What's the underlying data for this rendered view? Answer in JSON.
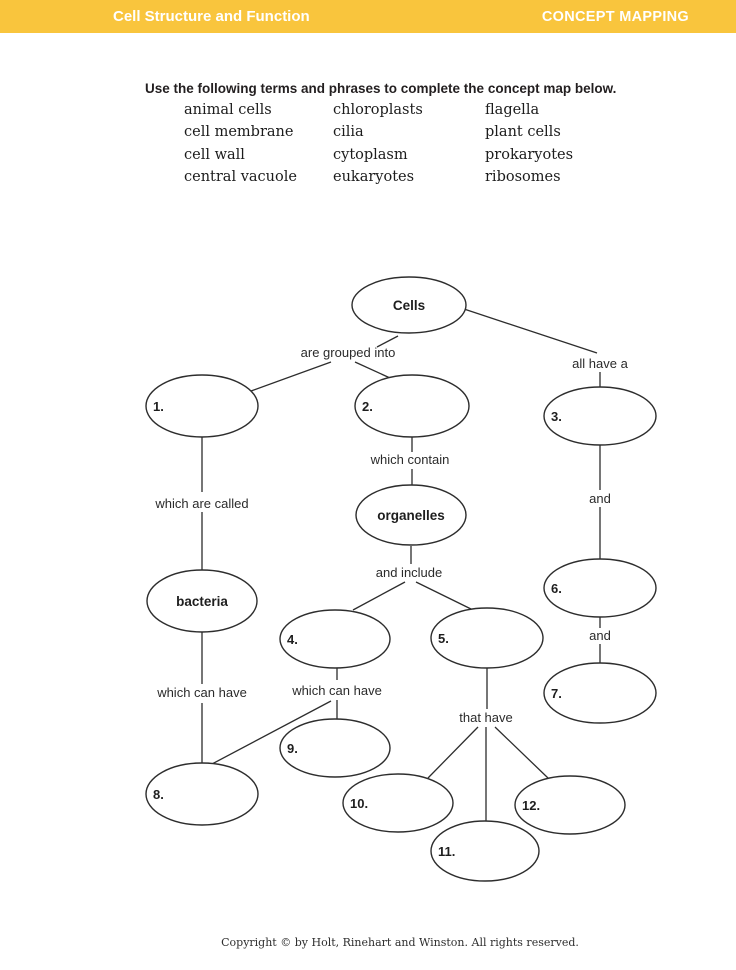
{
  "header": {
    "left_title": "Cell Structure and Function",
    "right_title": "CONCEPT MAPPING",
    "bar_color": "#F9C53D"
  },
  "instruction": "Use the following terms and phrases to complete the concept map below.",
  "word_bank": {
    "columns": [
      {
        "terms": [
          "animal cells",
          "cell membrane",
          "cell wall",
          "central vacuole"
        ]
      },
      {
        "terms": [
          "chloroplasts",
          "cilia",
          "cytoplasm",
          "eukaryotes"
        ]
      },
      {
        "terms": [
          "flagella",
          "plant cells",
          "prokaryotes",
          "ribosomes"
        ]
      }
    ]
  },
  "concept_map": {
    "nodes": {
      "cells": "Cells",
      "organelles": "organelles",
      "bacteria": "bacteria"
    },
    "blanks": [
      "1.",
      "2.",
      "3.",
      "4.",
      "5.",
      "6.",
      "7.",
      "8.",
      "9.",
      "10.",
      "11.",
      "12."
    ],
    "connectors": {
      "are_grouped_into": "are grouped into",
      "all_have_a": "all have a",
      "which_contain": "which contain",
      "which_are_called": "which are called",
      "and_include": "and include",
      "and_1": "and",
      "and_2": "and",
      "which_can_have_left": "which can have",
      "which_can_have_right": "which can have",
      "that_have": "that have"
    }
  },
  "footer": {
    "text": "Copyright © by Holt, Rinehart and Winston. All rights reserved."
  }
}
